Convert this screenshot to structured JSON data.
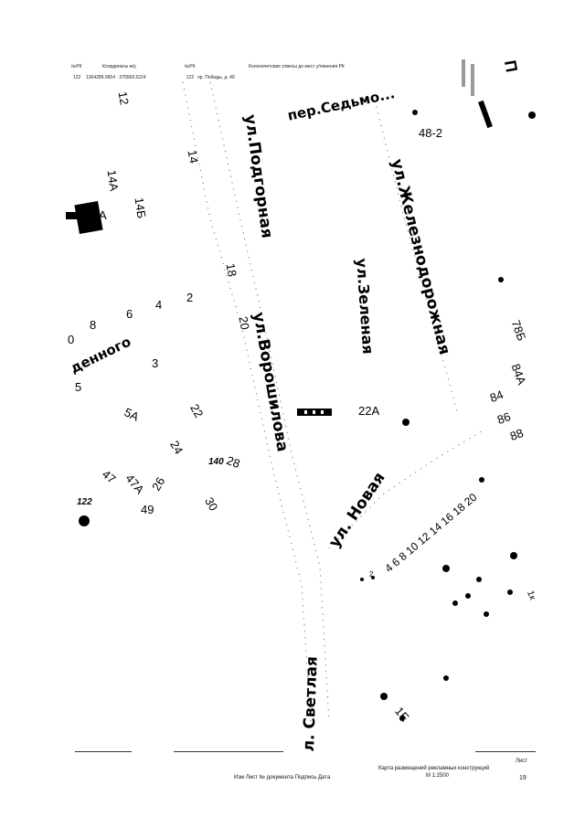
{
  "header": {
    "col1_title": "№РК",
    "col2_title": "Координаты м/у",
    "col3_title": "№РК",
    "col4_title": "Колоничетсвие отвесы до мест у/линения РК",
    "row_id": "122",
    "row_coords": "1364289.9654 · 375569.5224",
    "row_id2": "122",
    "row_address": "пр. Победы, д. 49"
  },
  "streets": {
    "sedmoy": "пер.Седьмо...",
    "podgornaya": "ул.Подгорная",
    "zheleznodorozhnaya": "ул.Железнодорожная",
    "zelenaya": "ул.Зеленая",
    "voroshilova": "ул.Ворошилова",
    "novaya": "ул. Новая",
    "svetlaya": "л. Светлая",
    "dennogo": "денного"
  },
  "house_numbers": {
    "n12": "12",
    "n14": "14",
    "n14a": "14А",
    "n14b": "14Б",
    "n14a_left": "А",
    "n18": "18",
    "n2": "2",
    "n4": "4",
    "n6": "6",
    "n8": "8",
    "n0": "0",
    "n20": "20",
    "n3": "3",
    "n5": "5",
    "n5a": "5А",
    "n22": "22",
    "n24": "24",
    "n26": "26",
    "n28": "28",
    "n30": "30",
    "n47": "47",
    "n47a": "47А",
    "n49": "49",
    "n122": "122",
    "n140": "140",
    "n48_2": "48-2",
    "n22a": "22А",
    "n78b": "78Б",
    "n84a": "84А",
    "n84": "84",
    "n86": "86",
    "n88": "88",
    "n_novaya": "4 6 8 10 12 14 16 18 20",
    "n1e": "1Е",
    "n1k": "1к",
    "nP": "П",
    "n2small": "2"
  },
  "footer": {
    "legend_left": "Изм  Лист  № документа  Подпись  Дата",
    "title": "Карта размещений рекламных конструкций",
    "scale": "М 1:2500",
    "sheet_label": "Лист",
    "sheet_number": "19"
  }
}
